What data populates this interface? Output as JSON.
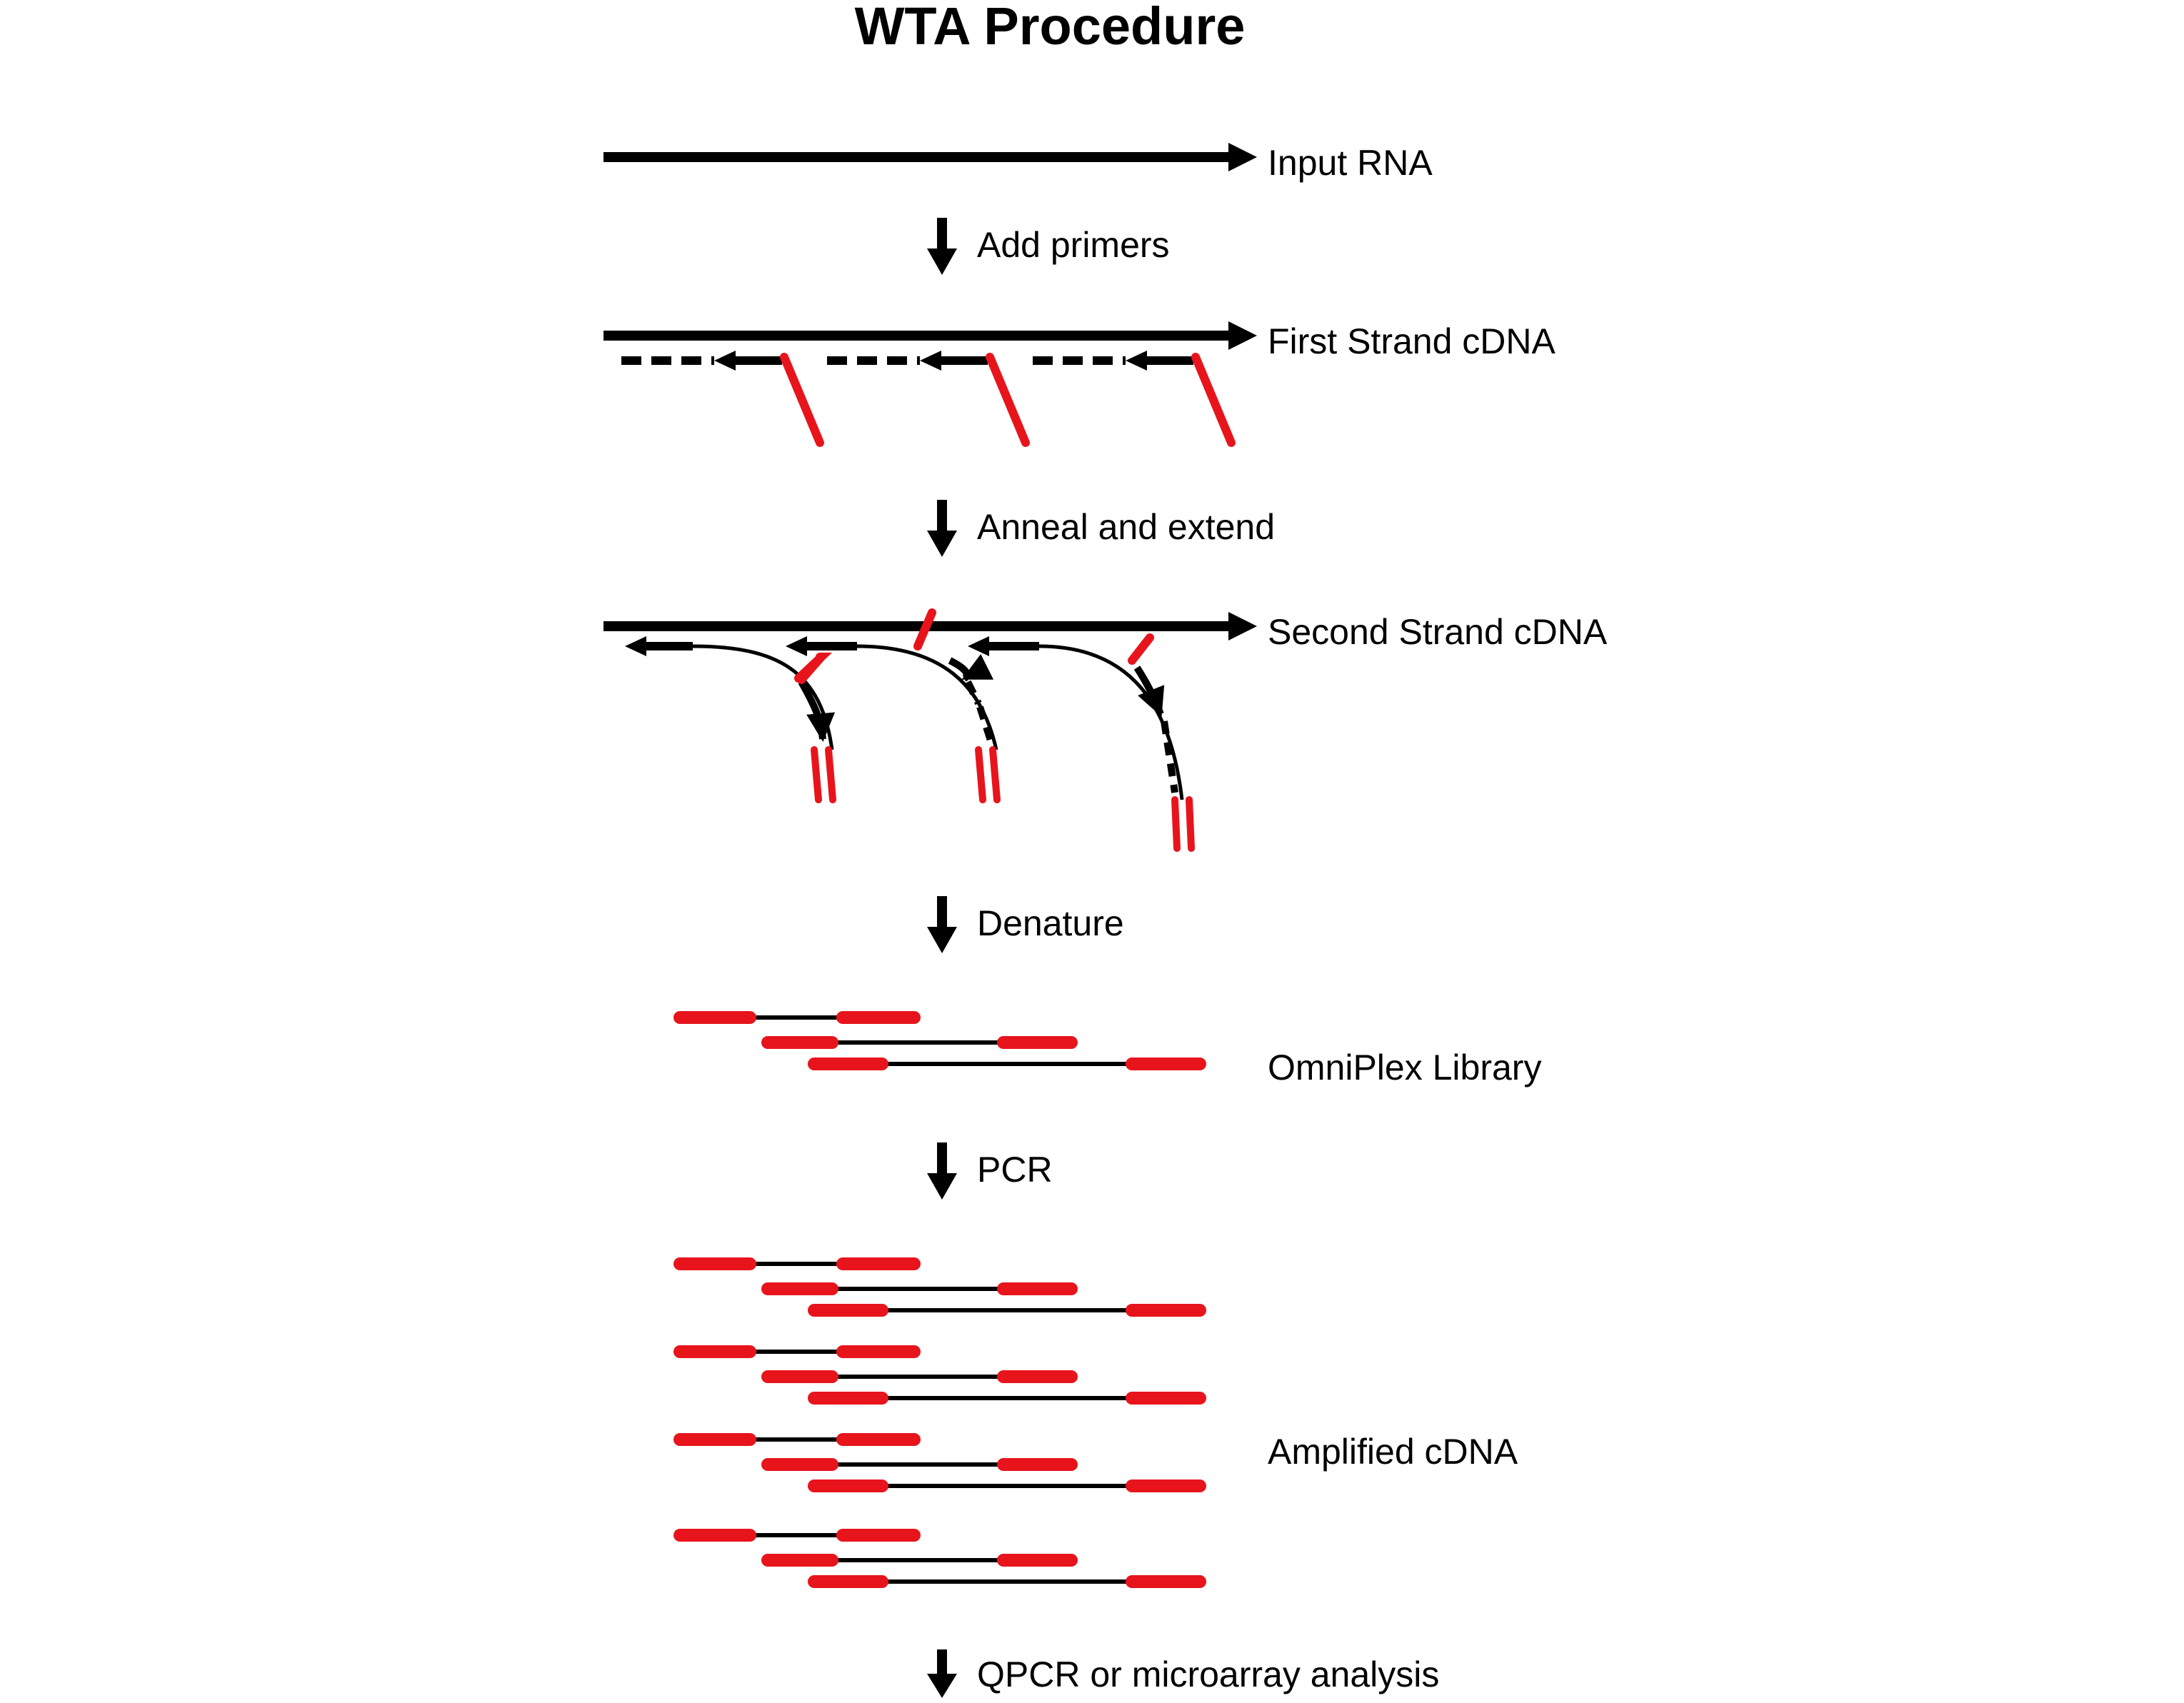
{
  "title": "WTA Procedure",
  "stages": [
    {
      "id": "input",
      "label": "Input RNA"
    },
    {
      "id": "first-strand",
      "label": "First Strand cDNA"
    },
    {
      "id": "second-strand",
      "label": "Second Strand cDNA"
    },
    {
      "id": "library",
      "label": "OmniPlex Library"
    },
    {
      "id": "amplified",
      "label": "Amplified cDNA"
    }
  ],
  "steps": [
    {
      "id": "add-primers",
      "label": "Add primers"
    },
    {
      "id": "anneal",
      "label": "Anneal and extend"
    },
    {
      "id": "denature",
      "label": "Denature"
    },
    {
      "id": "pcr",
      "label": "PCR"
    },
    {
      "id": "analysis",
      "label": "QPCR or microarray analysis"
    }
  ],
  "colors": {
    "strand": "#000000",
    "adapter": "#e8141c",
    "background": "#ffffff"
  }
}
